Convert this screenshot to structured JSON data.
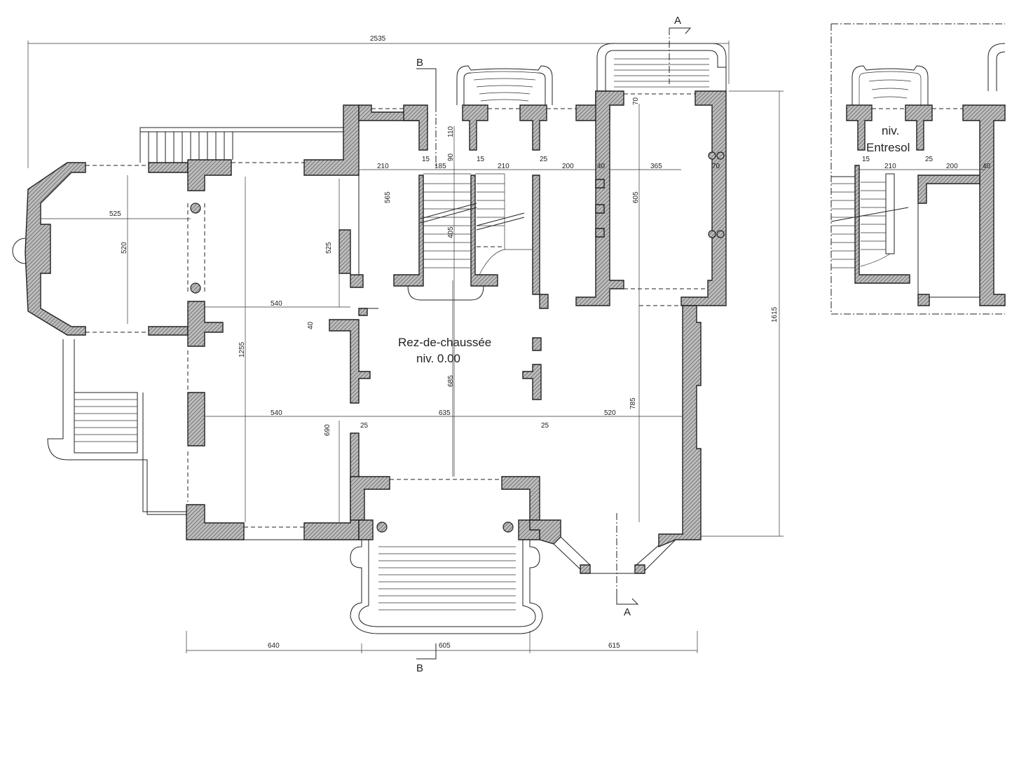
{
  "labels": {
    "main_title": "Rez-de-chaussée",
    "main_level": "niv.  0.00",
    "entresol_level": "niv.",
    "entresol_title": "Entresol",
    "section_a": "A",
    "section_b": "B"
  },
  "dimensions": {
    "overall_width": "2535",
    "overall_height": "1615",
    "bottom_left": "640",
    "bottom_mid": "605",
    "bottom_right": "615",
    "oct_width": "525",
    "oct_height": "520",
    "room_left_height": "525",
    "room_mid_width_upper": "540",
    "room_mid_width_lower": "540",
    "room_mid_height": "1255",
    "room_low_height": "690",
    "gap_40_left": "40",
    "gap_25_a": "25",
    "gap_25_b": "25",
    "hall_width": "635",
    "hall_height": "685",
    "right_wing_width": "520",
    "right_wing_height": "785",
    "stair_row_210a": "210",
    "stair_row_15a": "15",
    "stair_row_185": "185",
    "stair_row_15b": "15",
    "stair_row_210b": "210",
    "stair_row_25": "25",
    "stair_row_200": "200",
    "stair_row_40": "40",
    "stair_row_365": "365",
    "stair_row_70": "70",
    "top_110": "110",
    "top_90": "90",
    "stair_565": "565",
    "stair_405": "405",
    "right_605": "605",
    "right_top_70": "70",
    "ent_15": "15",
    "ent_210": "210",
    "ent_25": "25",
    "ent_200": "200",
    "ent_40": "40"
  }
}
